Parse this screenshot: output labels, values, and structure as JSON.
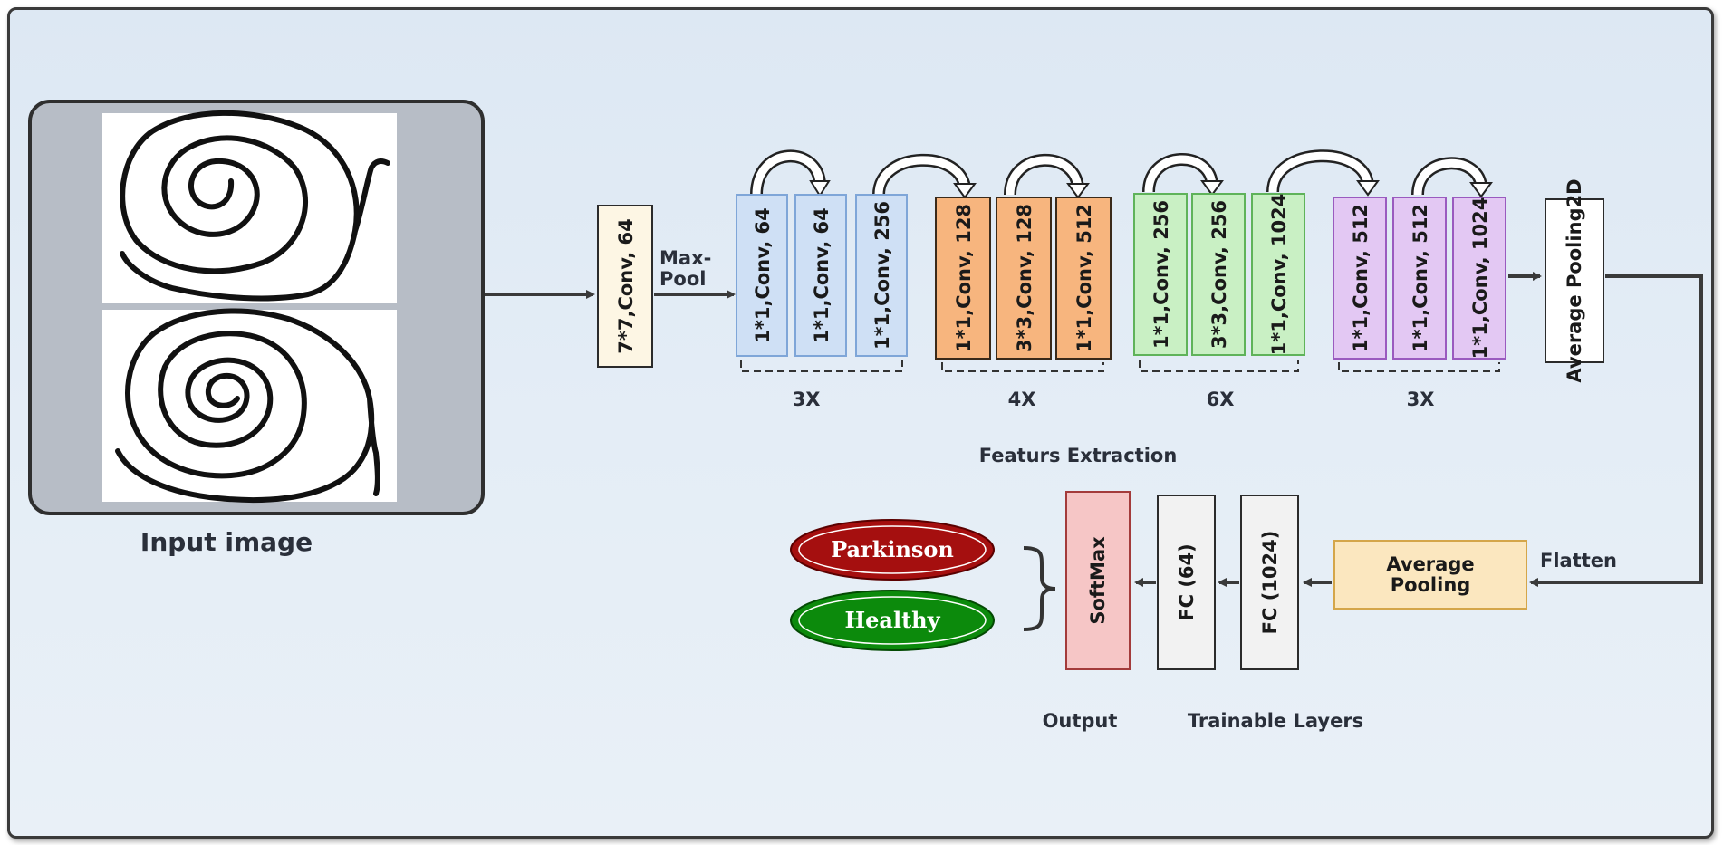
{
  "input": {
    "title": "Input image"
  },
  "stem": {
    "conv": "7*7,Conv, 64",
    "pool": [
      "Max-",
      "Pool"
    ]
  },
  "stages": [
    {
      "repeat": "3X",
      "color": "#cfe0f5",
      "stroke": "#7fa6d8",
      "blocks": [
        "1*1,Conv, 64",
        "1*1,Conv, 64",
        "1*1,Conv, 256"
      ]
    },
    {
      "repeat": "4X",
      "color": "#f7b57e",
      "stroke": "#b36a2a",
      "blocks": [
        "1*1,Conv, 128",
        "3*3,Conv, 128",
        "1*1,Conv, 512"
      ]
    },
    {
      "repeat": "6X",
      "color": "#c9f0c4",
      "stroke": "#5fb35a",
      "blocks": [
        "1*1,Conv, 256",
        "3*3,Conv, 256",
        "1*1,Conv, 1024"
      ]
    },
    {
      "repeat": "3X",
      "color": "#e3c8f3",
      "stroke": "#9a5bbf",
      "blocks": [
        "1*1,Conv, 512",
        "1*1,Conv, 512",
        "1*1,Conv, 1024"
      ]
    }
  ],
  "avgpool2d": "Average Pooling2D",
  "feature_label": "Featurs Extraction",
  "flatten": "Flatten",
  "avgpool": [
    "Average",
    "Pooling"
  ],
  "fc1": "FC (1024)",
  "fc2": "FC (64)",
  "softmax": "SoftMax",
  "classes": [
    {
      "label": "Parkinson",
      "color": "#a50f0f"
    },
    {
      "label": "Healthy",
      "color": "#0c8a0c"
    }
  ],
  "output_label": "Output",
  "trainable_label": "Trainable Layers"
}
